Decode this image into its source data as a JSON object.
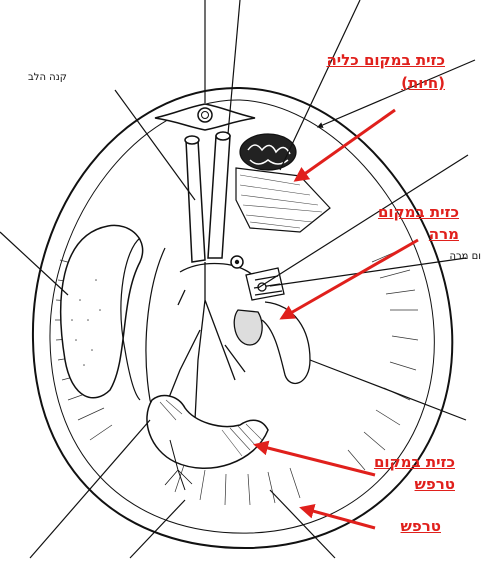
{
  "labels": {
    "kidney_fat_line1": "כזית במקום כליה",
    "kidney_fat_line2": "(חיות)",
    "gall_fat_line1": "כזית במקום",
    "gall_fat_line2": "מרה",
    "tarpash_fat_line1": "כזית במקום",
    "tarpash_fat_line2": "טרפש",
    "tarpash": "טרפש",
    "windpipe": "קנה הלב",
    "gall_place_cut": "ום מרה"
  },
  "colors": {
    "accent": "#e0201c",
    "ink": "#111111"
  }
}
